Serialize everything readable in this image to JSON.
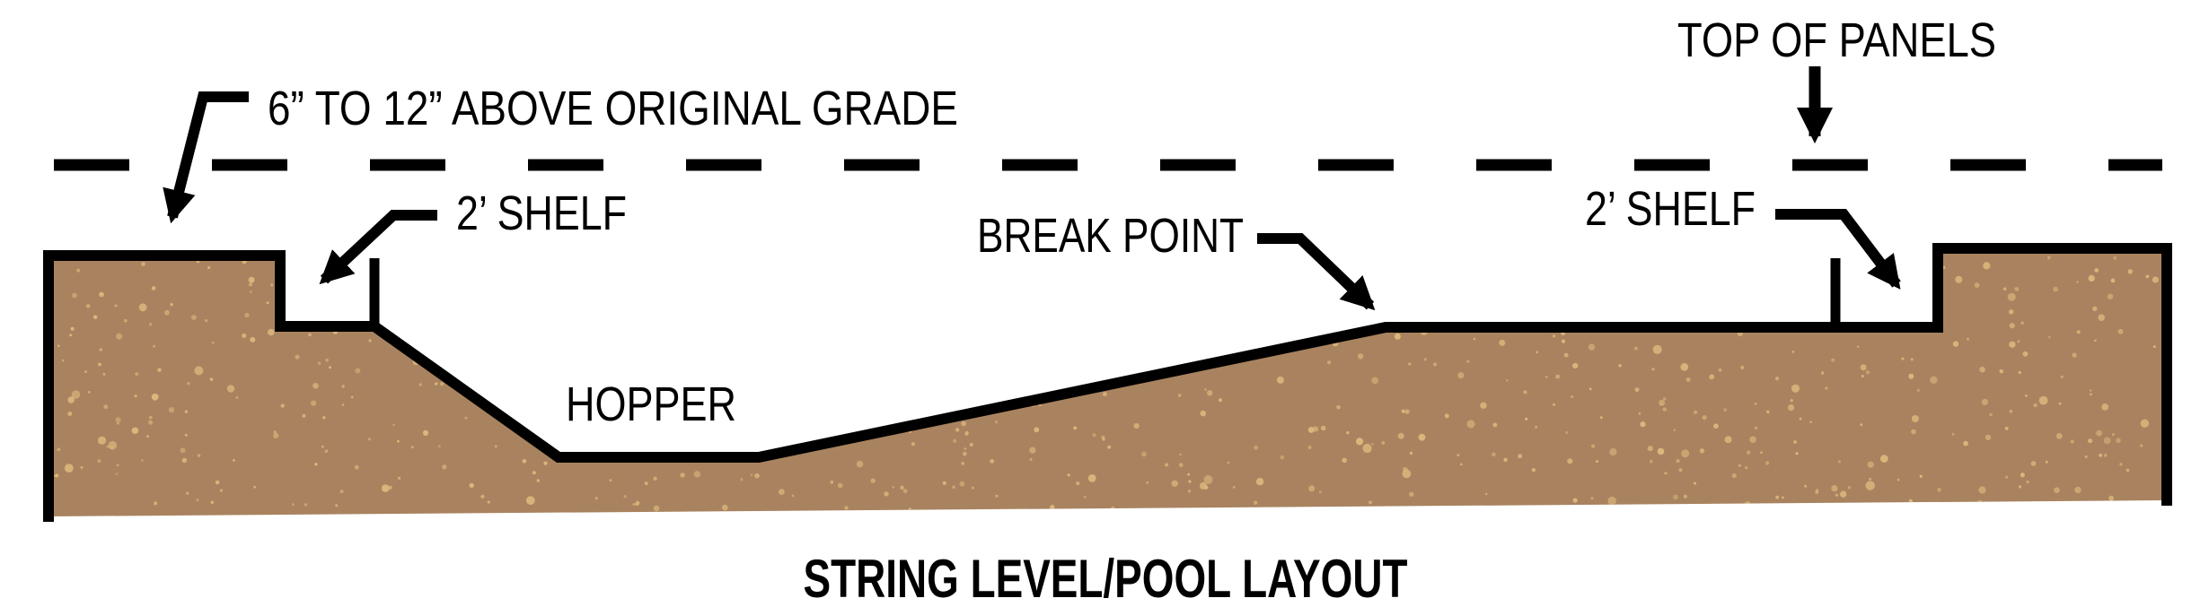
{
  "title": "STRING LEVEL/POOL LAYOUT",
  "labels": {
    "grade": "6” TO 12” ABOVE ORIGINAL GRADE",
    "shelf_left": "2’ SHELF",
    "break_point": "BREAK POINT",
    "hopper": "HOPPER",
    "top_of_panels": "TOP OF PANELS",
    "shelf_right": "2’ SHELF"
  },
  "colors": {
    "ground": "#a9835f",
    "speckle": "#dcb77c",
    "line": "#000000",
    "background": "#ffffff"
  }
}
